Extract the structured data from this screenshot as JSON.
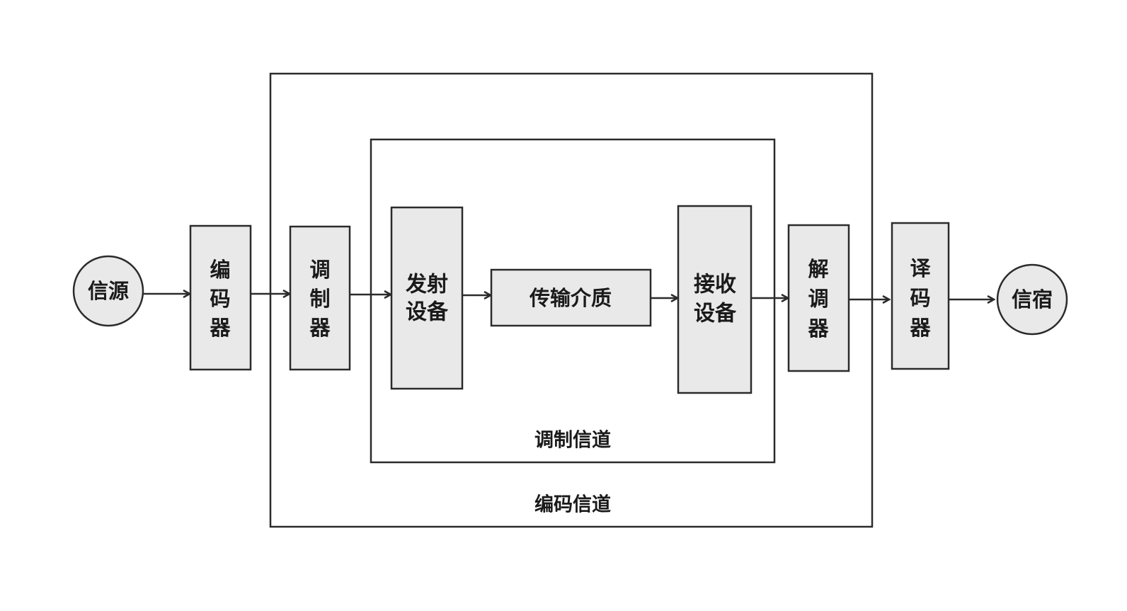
{
  "colors": {
    "node_fill": "#e9e9e9",
    "stroke": "#2b2b2b",
    "text": "#1a1a1a",
    "background": "#ffffff"
  },
  "nodes": {
    "source": {
      "label": "信源"
    },
    "encoder": {
      "lines": [
        "编",
        "码",
        "器"
      ]
    },
    "modulator": {
      "lines": [
        "调",
        "制",
        "器"
      ]
    },
    "transmitter": {
      "lines": [
        "发射",
        "设备"
      ]
    },
    "medium": {
      "label": "传输介质"
    },
    "receiver": {
      "lines": [
        "接收",
        "设备"
      ]
    },
    "demodulator": {
      "lines": [
        "解",
        "调",
        "器"
      ]
    },
    "decoder": {
      "lines": [
        "译",
        "码",
        "器"
      ]
    },
    "sink": {
      "label": "信宿"
    }
  },
  "channels": {
    "modulation_channel": {
      "label": "调制信道"
    },
    "coding_channel": {
      "label": "编码信道"
    }
  },
  "edges": [
    {
      "from": "信源",
      "to": "编码器"
    },
    {
      "from": "编码器",
      "to": "调制器"
    },
    {
      "from": "调制器",
      "to": "发射设备"
    },
    {
      "from": "发射设备",
      "to": "传输介质"
    },
    {
      "from": "传输介质",
      "to": "接收设备"
    },
    {
      "from": "接收设备",
      "to": "解调器"
    },
    {
      "from": "解调器",
      "to": "译码器"
    },
    {
      "from": "译码器",
      "to": "信宿"
    }
  ]
}
